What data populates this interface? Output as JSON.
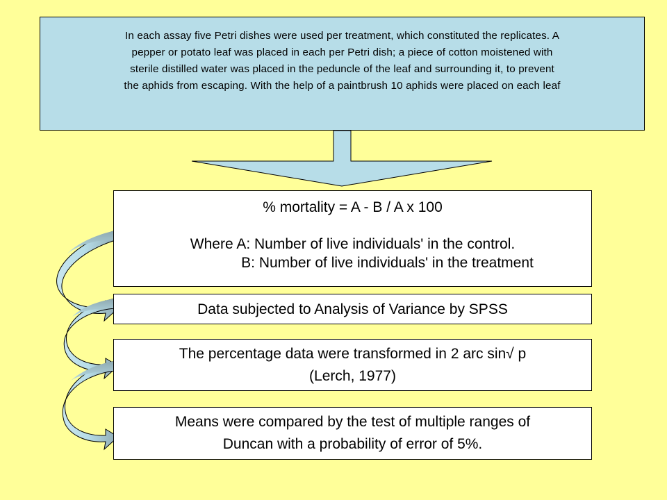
{
  "colors": {
    "background": "#ffff99",
    "top_box": "#b7dde8",
    "arrow_fill": "#b7dde8",
    "box_fill": "#ffffff",
    "curved_arrow_dark": "#8eaab2",
    "curved_arrow_light": "#c9e6ef"
  },
  "icons": {
    "down_arrow": "block-down-arrow",
    "curved_arrows": "curved-right-arrow"
  },
  "procedure": {
    "lines": [
      "In each assay five Petri dishes were used per treatment, which constituted the replicates. A",
      "pepper or potato leaf was placed in each per Petri dish; a piece of cotton moistened with",
      "sterile distilled water was placed in the peduncle of the leaf and surrounding it, to prevent",
      "the aphids from escaping. With the help of a paintbrush 10 aphids were placed on each leaf"
    ]
  },
  "formula": {
    "equation": "% mortality = A - B / A x 100",
    "where_a": "Where A: Number of live individuals' in the control.",
    "where_b": "B: Number of live individuals' in the treatment"
  },
  "anova": {
    "text": "Data subjected to Analysis of Variance by SPSS"
  },
  "transform": {
    "line1": "The percentage data were transformed in 2 arc sin√ p",
    "line2": "(Lerch, 1977)"
  },
  "duncan": {
    "line1": "Means were compared by the test of multiple ranges of",
    "line2": "Duncan with a probability of error of 5%."
  }
}
